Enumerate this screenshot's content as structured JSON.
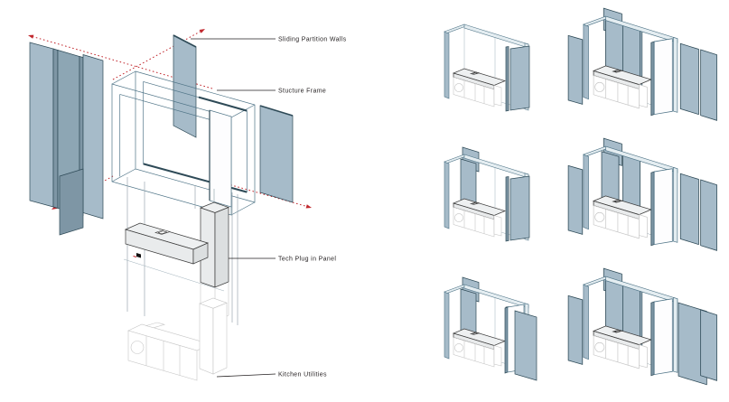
{
  "colors": {
    "panel_fill": "#a6bbc9",
    "panel_dark": "#7e96a5",
    "panel_outline": "#2e4a57",
    "frame_stroke": "#4f7487",
    "arrow_red": "#c1272d",
    "counter_fill": "#eef0f1",
    "cabinet_line": "#c6c6c6",
    "label_color": "#231f20"
  },
  "main_diagram": {
    "labels": [
      {
        "text": "Sliding Partition Walls"
      },
      {
        "text": "Stucture Frame"
      },
      {
        "text": "Tech Plug in Panel"
      },
      {
        "text": "Kitchen Utilities"
      }
    ],
    "icons": [
      {
        "name": "slide-direction-arrow-up-left"
      },
      {
        "name": "slide-direction-arrow-up-right"
      },
      {
        "name": "slide-direction-arrow-down-left"
      },
      {
        "name": "slide-direction-arrow-down-right"
      }
    ]
  },
  "variants": [
    {
      "id": "configuration-1",
      "back_panels": [],
      "front_panels": [
        "rightParkedA",
        "rightParkedB"
      ]
    },
    {
      "id": "configuration-2",
      "back_panels": [
        "topPanel",
        "backFillWide",
        "backFill2"
      ],
      "front_panels": [
        "leftOut",
        "whiteDoorEdge",
        "whiteDoor",
        "rightOut1",
        "rightOut2"
      ]
    },
    {
      "id": "configuration-3",
      "back_panels": [
        "topPanel",
        "backFill1"
      ],
      "front_panels": [
        "rightParkedA",
        "rightParkedB"
      ]
    },
    {
      "id": "configuration-4",
      "back_panels": [
        "topPanel",
        "backFill1",
        "backFill2"
      ],
      "front_panels": [
        "leftOut",
        "whiteDoorEdge",
        "whiteDoor",
        "rightOut1",
        "rightOut2"
      ]
    },
    {
      "id": "configuration-5",
      "back_panels": [
        "topPanel",
        "backFill1"
      ],
      "front_panels": [
        "rightParkedA",
        "whiteDoorEdge",
        "whiteDoor",
        "rightDoorBig"
      ]
    },
    {
      "id": "configuration-6",
      "back_panels": [
        "topPanel",
        "backFillWide",
        "backFill2"
      ],
      "front_panels": [
        "leftOut",
        "whiteDoorEdge",
        "whiteDoor",
        "rightOutBig",
        "rightOut2"
      ]
    }
  ]
}
